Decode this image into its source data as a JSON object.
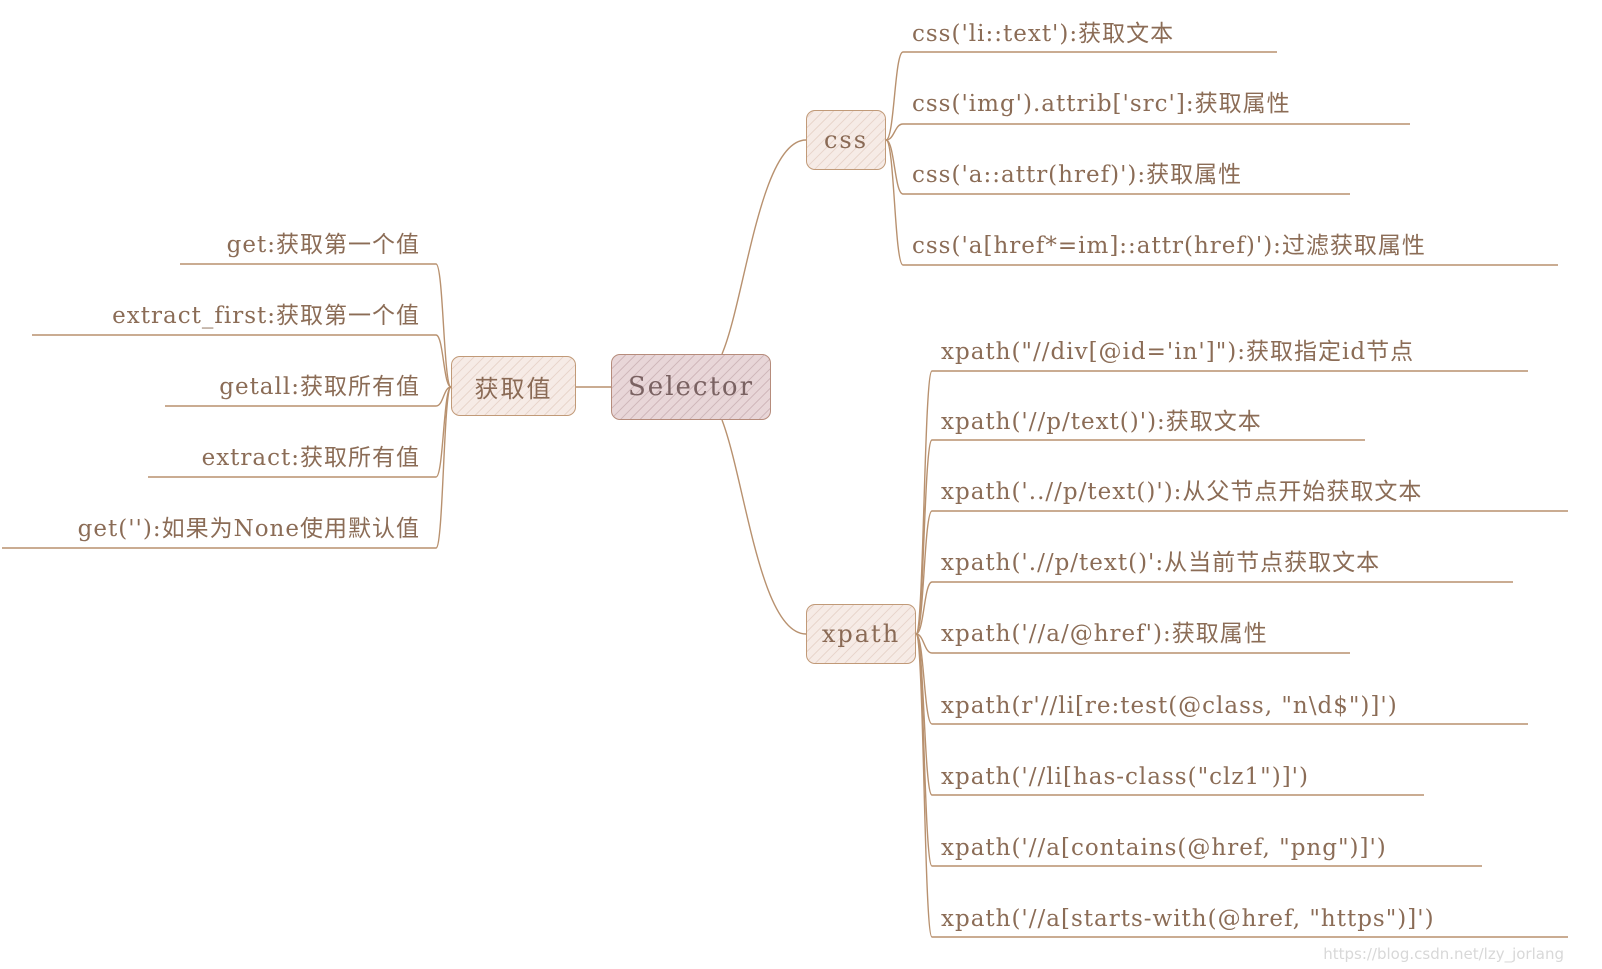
{
  "root": {
    "label": "Selector"
  },
  "branches": {
    "css": {
      "label": "css",
      "items": [
        "css('li::text'):获取文本",
        "css('img').attrib['src']:获取属性",
        "css('a::attr(href)'):获取属性",
        "css('a[href*=im]::attr(href)'):过滤获取属性"
      ]
    },
    "xpath": {
      "label": "xpath",
      "items": [
        "xpath(\"//div[@id='in']\"):获取指定id节点",
        "xpath('//p/text()'):获取文本",
        "xpath('..//p/text()'):从父节点开始获取文本",
        "xpath('.//p/text()':从当前节点获取文本",
        "xpath('//a/@href'):获取属性",
        "xpath(r'//li[re:test(@class, \"n\\d$\")]')",
        "xpath('//li[has-class(\"clz1\")]')",
        "xpath('//a[contains(@href, \"png\")]')",
        "xpath('//a[starts-with(@href, \"https\")]')"
      ]
    },
    "getvalue": {
      "label": "获取值",
      "items": [
        "get:获取第一个值",
        "extract_first:获取第一个值",
        "getall:获取所有值",
        "extract:获取所有值",
        "get(''):如果为None使用默认值"
      ]
    }
  },
  "watermark": "https://blog.csdn.net/lzy_jorlang",
  "colors": {
    "line": "#b8916f",
    "text": "#8b6c56"
  }
}
